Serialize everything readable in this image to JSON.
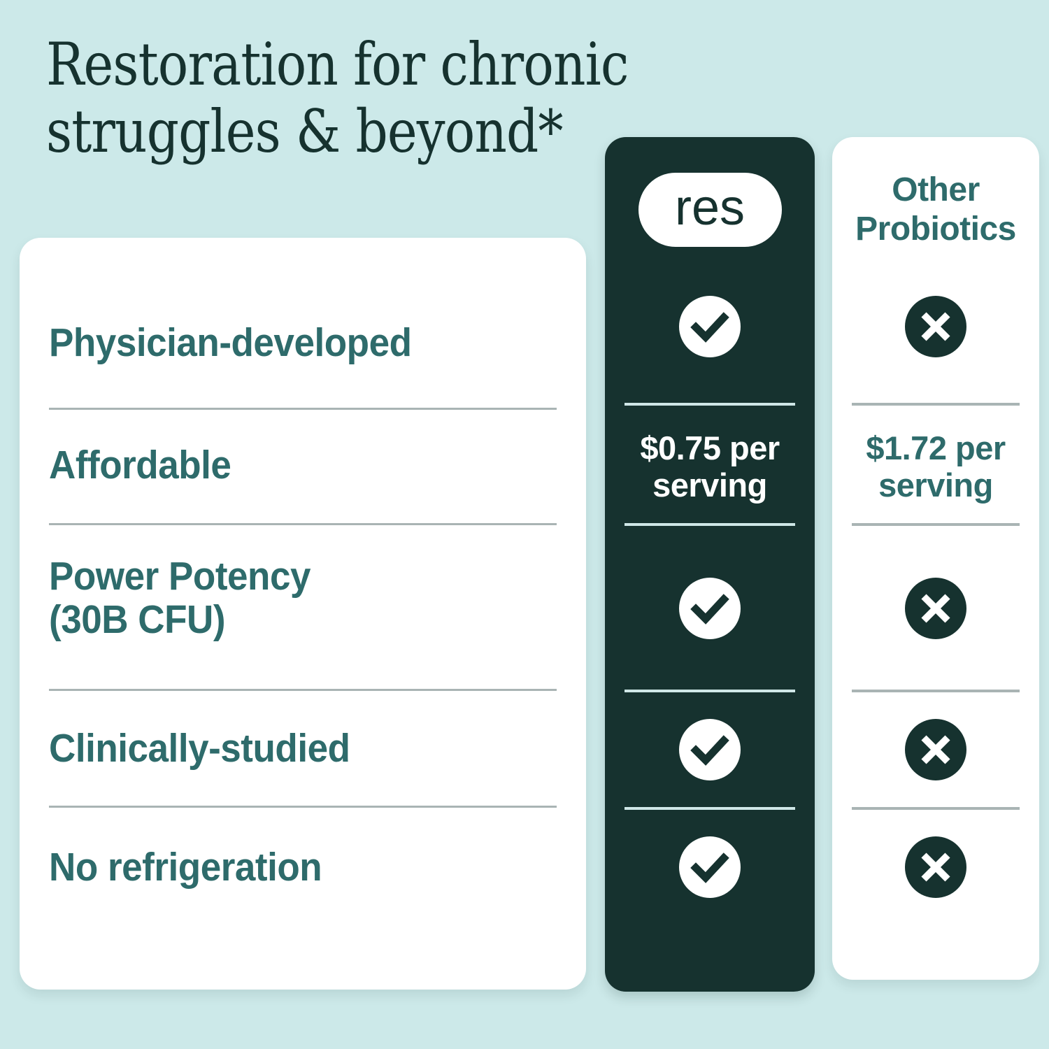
{
  "page": {
    "headline_line1": "Restoration for chronic",
    "headline_line2": "struggles & beyond*",
    "background_color": "#cce9e9",
    "dark_color": "#16322f",
    "teal_text_color": "#2e6b6b",
    "white": "#ffffff"
  },
  "columns": {
    "brand": {
      "logo_text": "res",
      "price": "$0.75 per\nserving"
    },
    "other": {
      "title": "Other\nProbiotics",
      "price": "$1.72 per\nserving"
    }
  },
  "features": [
    {
      "label": "Physician-developed",
      "brand_mark": "check",
      "other_mark": "x"
    },
    {
      "label": "Affordable",
      "brand_mark": "price",
      "other_mark": "price"
    },
    {
      "label": "Power Potency\n(30B CFU)",
      "brand_mark": "check",
      "other_mark": "x"
    },
    {
      "label": "Clinically-studied",
      "brand_mark": "check",
      "other_mark": "x"
    },
    {
      "label": "No refrigeration",
      "brand_mark": "check",
      "other_mark": "x"
    }
  ],
  "marks": {
    "check_icon": "check-circle-icon",
    "x_icon": "x-circle-icon"
  }
}
